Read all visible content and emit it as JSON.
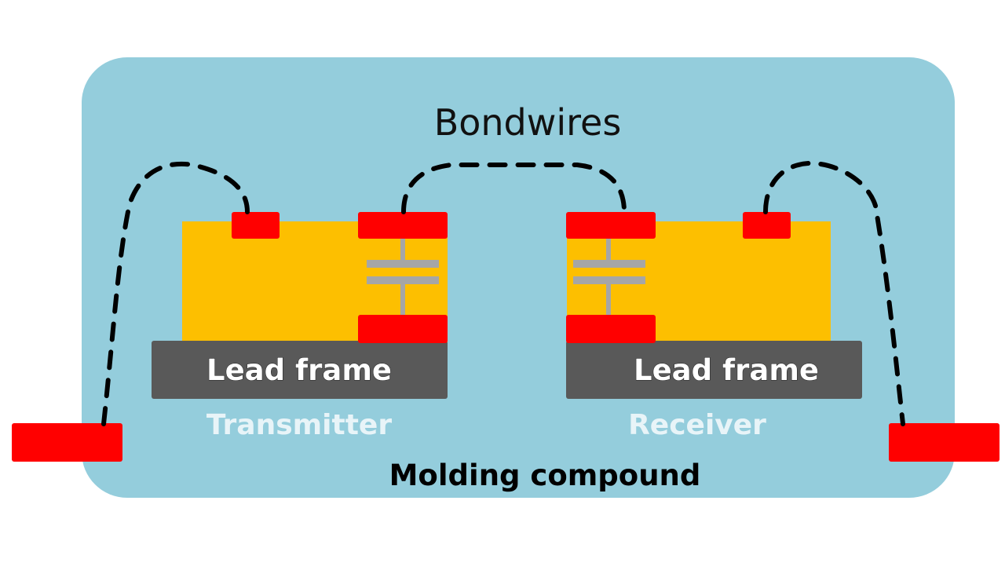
{
  "diagram": {
    "title": "Bondwires",
    "molding_label": "Molding compound",
    "transmitter": {
      "lead_frame_label": "Lead frame",
      "chip_label": "Transmitter"
    },
    "receiver": {
      "lead_frame_label": "Lead frame",
      "chip_label": "Receiver"
    },
    "colors": {
      "molding": "#94cddc",
      "die": "#fdbf00",
      "pad": "#ff0000",
      "lead_frame": "#595959",
      "capacitor": "#a6a6a6",
      "wire": "#000000",
      "chip_label": "#e8f4f8"
    }
  }
}
